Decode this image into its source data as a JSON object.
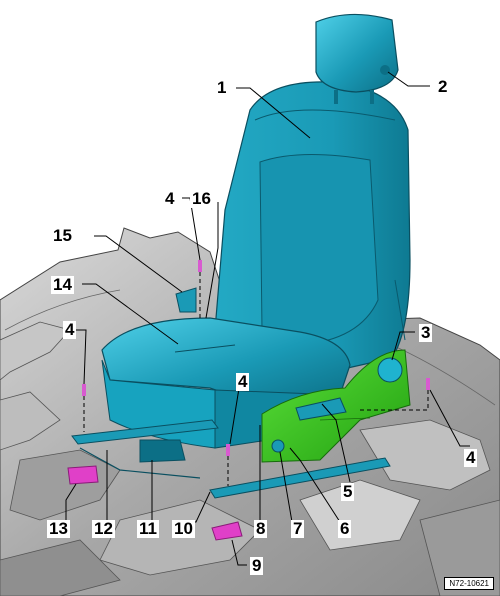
{
  "figure_id": "N72-10621",
  "callouts": [
    "1",
    "2",
    "3",
    "4",
    "4",
    "4",
    "4",
    "4",
    "5",
    "6",
    "7",
    "8",
    "9",
    "10",
    "11",
    "12",
    "13",
    "14",
    "15",
    "16"
  ],
  "colors": {
    "seat": "#1a9ab6",
    "seat_light": "#3fc4de",
    "seat_dark": "#0c6f86",
    "trim_highlight": "#35c41a",
    "clip_highlight": "#e040c8",
    "floor": "#a6a6a6",
    "floor_light": "#d4d4d4",
    "floor_dark": "#6e6e6e"
  }
}
